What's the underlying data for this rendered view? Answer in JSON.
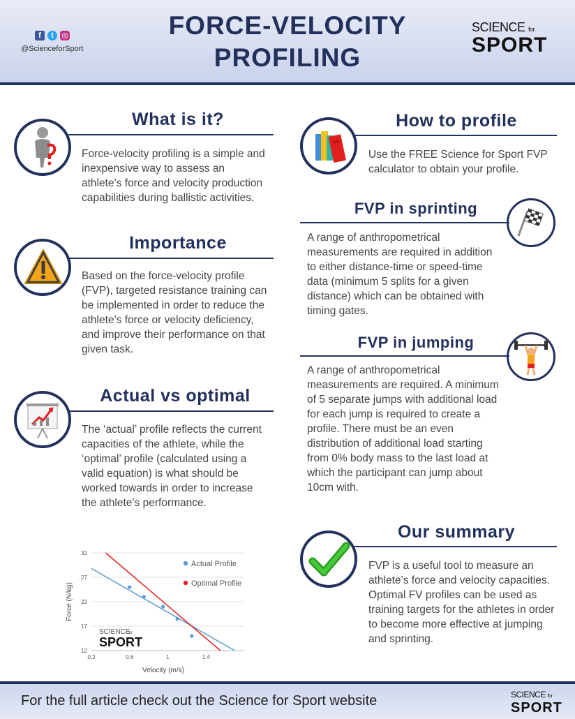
{
  "header": {
    "title_line1": "FORCE-VELOCITY",
    "title_line2": "PROFILING",
    "handle": "@ScienceforSport",
    "social_icons": [
      "facebook-icon",
      "twitter-icon",
      "instagram-icon"
    ],
    "logo_line1": "SCIENCE",
    "logo_for": "for",
    "logo_line2": "SPORT"
  },
  "sections": {
    "what": {
      "title": "What is it?",
      "body": "Force-velocity profiling is a simple and inexpensive way to assess an athlete’s force and velocity production capabilities during ballistic activities.",
      "icon": "injured-figure-icon"
    },
    "importance": {
      "title": "Importance",
      "body": "Based on the force-velocity profile (FVP), targeted resistance training can be implemented in order to reduce the athlete’s force or velocity deficiency, and improve their performance on that given task.",
      "icon": "warning-icon"
    },
    "actual": {
      "title": "Actual vs optimal",
      "body": "The ‘actual’ profile reflects the current capacities of the athlete, while the ‘optimal’ profile (calculated using a valid equation) is what should be worked towards in order to increase the athlete’s performance.",
      "icon": "presentation-chart-icon"
    },
    "how": {
      "title": "How to profile",
      "body": "Use the FREE Science for Sport FVP calculator to obtain your profile.",
      "icon": "books-icon"
    },
    "sprinting": {
      "title": "FVP in sprinting",
      "body": "A range of anthropometrical measurements are required in addition to either distance-time or speed-time data (minimum 5 splits for a given distance) which can be obtained with timing gates.",
      "icon": "checkered-flag-icon"
    },
    "jumping": {
      "title": "FVP in jumping",
      "body": "A range of anthropometrical measurements are required. A minimum of 5 separate jumps with additional load for each jump is required to create a profile. There must be an even distribution of additional load starting from 0% body mass to the last load at which the participant can jump about 10cm with.",
      "icon": "weightlifter-icon"
    },
    "summary": {
      "title": "Our summary",
      "body": "FVP is a useful tool to measure an athlete’s force and velocity capacities. Optimal FV profiles can be used as training targets for the athletes in order to become more effective at jumping and sprinting.",
      "icon": "checkmark-icon"
    }
  },
  "chart_data": {
    "type": "scatter",
    "xlabel": "Velocity (m/s)",
    "ylabel": "Force (N/kg)",
    "xlim": [
      0.2,
      1.8
    ],
    "ylim": [
      12,
      32
    ],
    "x_ticks": [
      "0.2",
      "0.6",
      "1",
      "1.4"
    ],
    "y_ticks": [
      "32",
      "27",
      "22",
      "17",
      "12"
    ],
    "grid": true,
    "legend_position": "top-right",
    "watermark": "SCIENCE for SPORT",
    "series": [
      {
        "name": "Actual Profile",
        "color": "#5b9bd5",
        "points": [
          [
            0.6,
            25.0
          ],
          [
            0.75,
            23.0
          ],
          [
            0.95,
            21.0
          ],
          [
            1.1,
            18.5
          ],
          [
            1.25,
            15.0
          ]
        ],
        "line": [
          [
            0.2,
            28.8
          ],
          [
            1.7,
            12.0
          ]
        ]
      },
      {
        "name": "Optimal Profile",
        "color": "#e0201f",
        "points": [],
        "line": [
          [
            0.35,
            32.0
          ],
          [
            1.55,
            12.0
          ]
        ]
      }
    ]
  },
  "footer": {
    "text": "For the full article check out the Science for Sport website",
    "logo_line1": "SCIENCE",
    "logo_for": "for",
    "logo_line2": "SPORT"
  }
}
